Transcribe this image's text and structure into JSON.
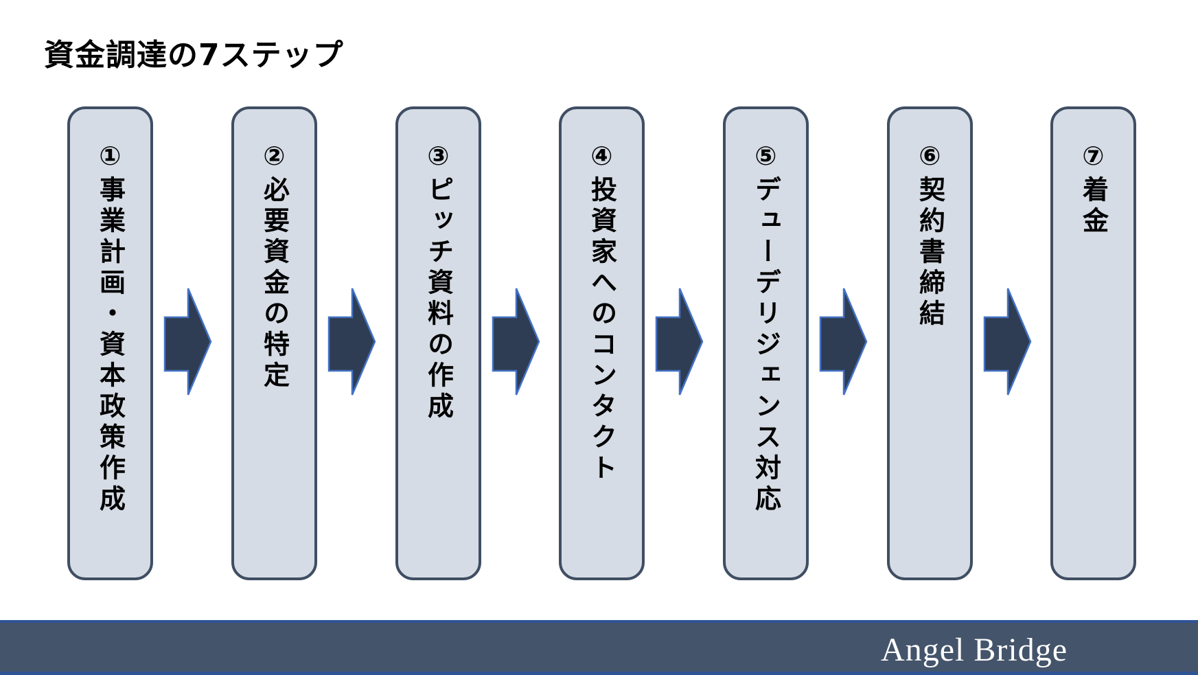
{
  "title": "資金調達の7ステップ",
  "steps": [
    {
      "number": "①",
      "label": "事業計画・資本政策作成"
    },
    {
      "number": "②",
      "label": "必要資金の特定"
    },
    {
      "number": "③",
      "label": "ピッチ資料の作成"
    },
    {
      "number": "④",
      "label": "投資家へのコンタクト"
    },
    {
      "number": "⑤",
      "label": "デューデリジェンス対応"
    },
    {
      "number": "⑥",
      "label": "契約書締結"
    },
    {
      "number": "⑦",
      "label": "着金"
    }
  ],
  "footer": {
    "brand": "Angel Bridge"
  },
  "icons": {
    "arrow": "block-arrow-right-icon"
  },
  "colors": {
    "box_fill": "#D6DCE5",
    "box_border": "#3F4E63",
    "arrow_fill": "#2E3D53",
    "arrow_border": "#4472C4",
    "footer_bar": "#44546A",
    "footer_line": "#2F5496",
    "text": "#000000",
    "brand_text": "#FFFFFF",
    "background": "#FFFFFF"
  }
}
